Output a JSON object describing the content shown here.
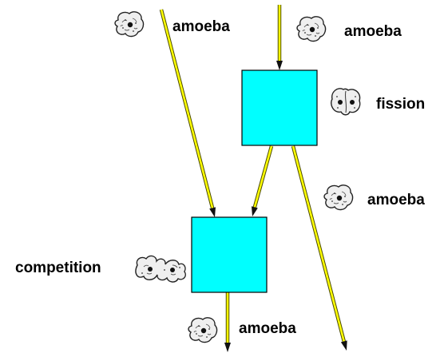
{
  "diagram": {
    "labels": {
      "amoeba_top_left": "amoeba",
      "amoeba_top_right": "amoeba",
      "fission": "fission",
      "amoeba_middle_right": "amoeba",
      "competition": "competition",
      "amoeba_bottom": "amoeba"
    },
    "nodes": [
      {
        "id": "fission-box",
        "label": "fission"
      },
      {
        "id": "competition-box",
        "label": "competition"
      }
    ],
    "edges": [
      {
        "from": "amoeba (top right)",
        "to": "fission-box"
      },
      {
        "from": "amoeba (top left)",
        "to": "competition-box"
      },
      {
        "from": "fission-box",
        "to": "competition-box"
      },
      {
        "from": "fission-box",
        "to": "amoeba (bottom right)"
      },
      {
        "from": "competition-box",
        "to": "amoeba (bottom)"
      }
    ],
    "icons": [
      "amoeba-icon",
      "fission-amoeba-icon",
      "competition-amoebas-icon"
    ],
    "colors": {
      "box_fill": "#00ffff",
      "arrow_fill": "#ffff00",
      "arrow_outline": "#4a4a00",
      "text": "#000000"
    }
  }
}
